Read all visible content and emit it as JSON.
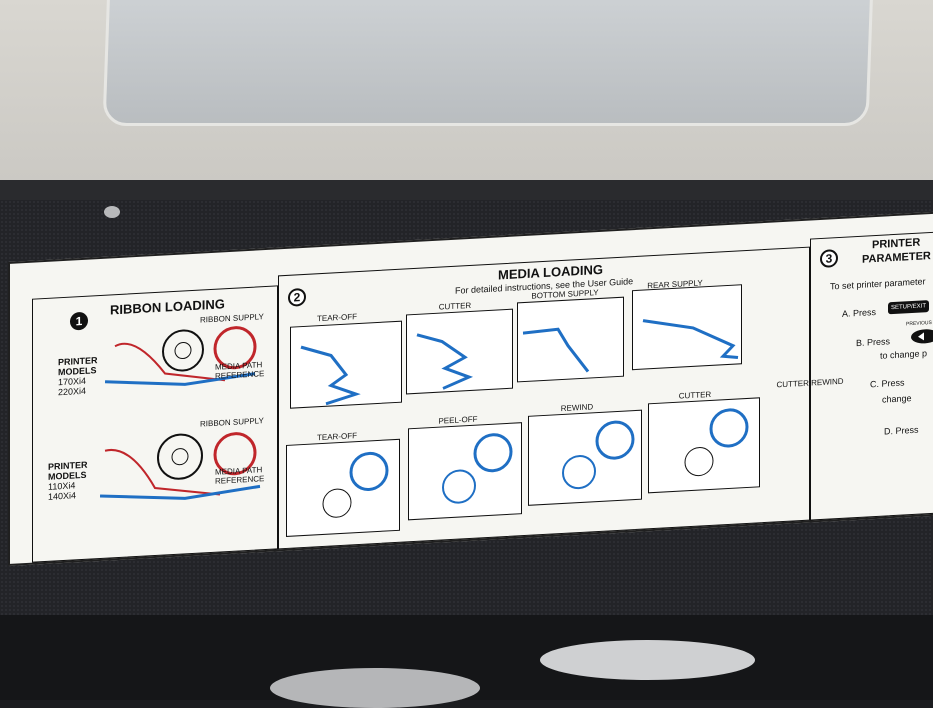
{
  "ribbon": {
    "number": "1",
    "title": "RIBBON LOADING",
    "supply_label": "RIBBON SUPPLY",
    "media_ref": "MEDIA PATH REFERENCE",
    "models_label": "PRINTER MODELS",
    "models_a": [
      "170Xi4",
      "220Xi4"
    ],
    "models_b": [
      "110Xi4",
      "140Xi4"
    ]
  },
  "media": {
    "number": "2",
    "title": "MEDIA LOADING",
    "subtitle": "For detailed instructions, see the User Guide",
    "top_row": [
      "TEAR-OFF",
      "CUTTER",
      "BOTTOM SUPPLY",
      "REAR SUPPLY"
    ],
    "bottom_row": [
      "TEAR-OFF",
      "PEEL-OFF",
      "REWIND",
      "CUTTER",
      "CUTTER REWIND"
    ]
  },
  "params": {
    "number": "3",
    "title_1": "PRINTER",
    "title_2": "PARAMETER",
    "intro": "To set printer parameter",
    "step_a": "A. Press",
    "step_a_key": "SETUP/EXIT",
    "step_b": "B. Press",
    "step_b_key_label": "PREVIOUS",
    "step_b_cont": "to change p",
    "step_c": "C. Press",
    "step_c_cont": "change",
    "step_d": "D. Press"
  },
  "colors": {
    "ribbon_red": "#c0262b",
    "media_blue": "#1f6fc4",
    "panel_black": "#232428"
  }
}
